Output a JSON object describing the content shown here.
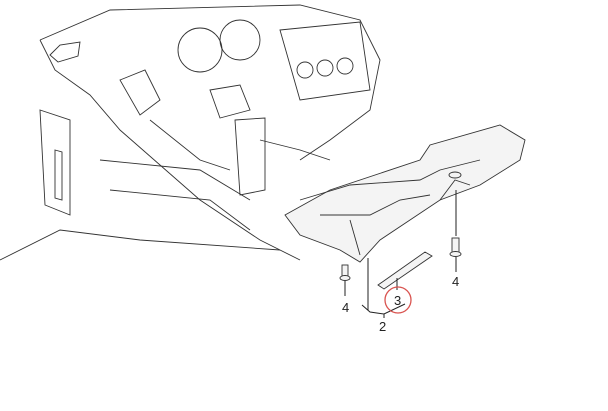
{
  "diagram": {
    "callouts": [
      {
        "id": "screw-left",
        "label": "4"
      },
      {
        "id": "trim-panel",
        "label": "3",
        "highlighted": true
      },
      {
        "id": "lower-cover",
        "label": "2"
      },
      {
        "id": "screw-right",
        "label": "4"
      }
    ],
    "highlight_color": "#d9534f"
  }
}
